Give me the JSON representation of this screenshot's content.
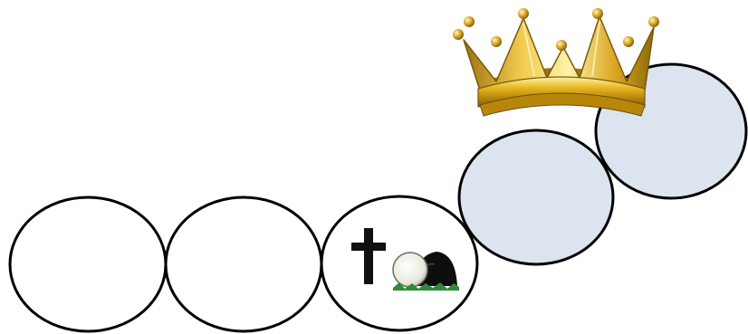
{
  "diagram": {
    "circles": [
      {
        "id": "circle-1",
        "fill": "#ffffff",
        "content": "empty"
      },
      {
        "id": "circle-2",
        "fill": "#ffffff",
        "content": "empty"
      },
      {
        "id": "circle-3",
        "fill": "#ffffff",
        "content": "cross-and-empty-tomb"
      },
      {
        "id": "circle-4",
        "fill": "#dce4f0",
        "content": "empty"
      },
      {
        "id": "circle-5",
        "fill": "#dce4f0",
        "content": "empty"
      }
    ],
    "outline_color": "#000000",
    "icons": [
      "cross-icon",
      "empty-tomb-icon",
      "crown-icon"
    ],
    "colors": {
      "gold": "#d4a017",
      "gold_light": "#f7dc6f",
      "gold_dark": "#8a6a0c"
    }
  }
}
